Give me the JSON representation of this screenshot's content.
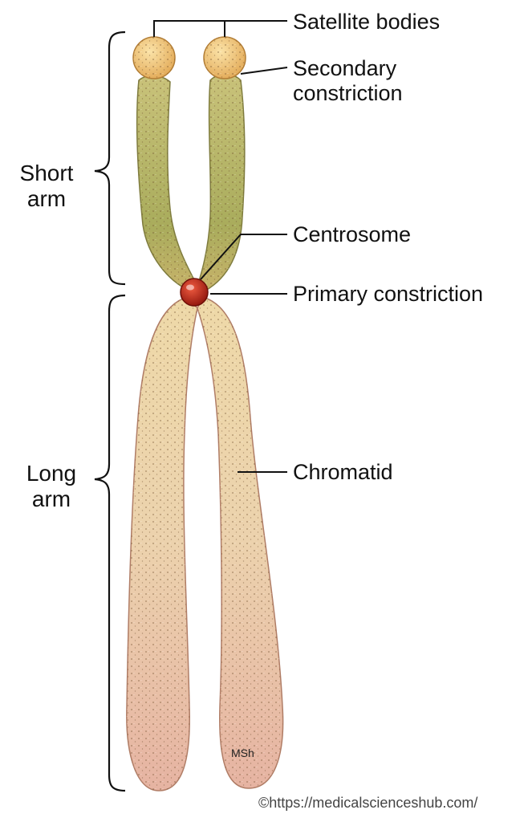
{
  "labels": {
    "satellite_bodies": "Satellite bodies",
    "secondary_constriction_line1": "Secondary",
    "secondary_constriction_line2": "constriction",
    "centrosome": "Centrosome",
    "primary_constriction": "Primary constriction",
    "chromatid": "Chromatid",
    "short_arm_line1": "Short",
    "short_arm_line2": "arm",
    "long_arm_line1": "Long",
    "long_arm_line2": "arm"
  },
  "signature": "MSh",
  "copyright": "©https://medicalscienceshub.com/",
  "colors": {
    "satellite": "#f0c77a",
    "short_arm": "#b9b86a",
    "long_arm_top": "#ead5a6",
    "long_arm_bottom": "#e6b5a4",
    "centromere": "#c0281c",
    "leader_lines": "#111111"
  }
}
